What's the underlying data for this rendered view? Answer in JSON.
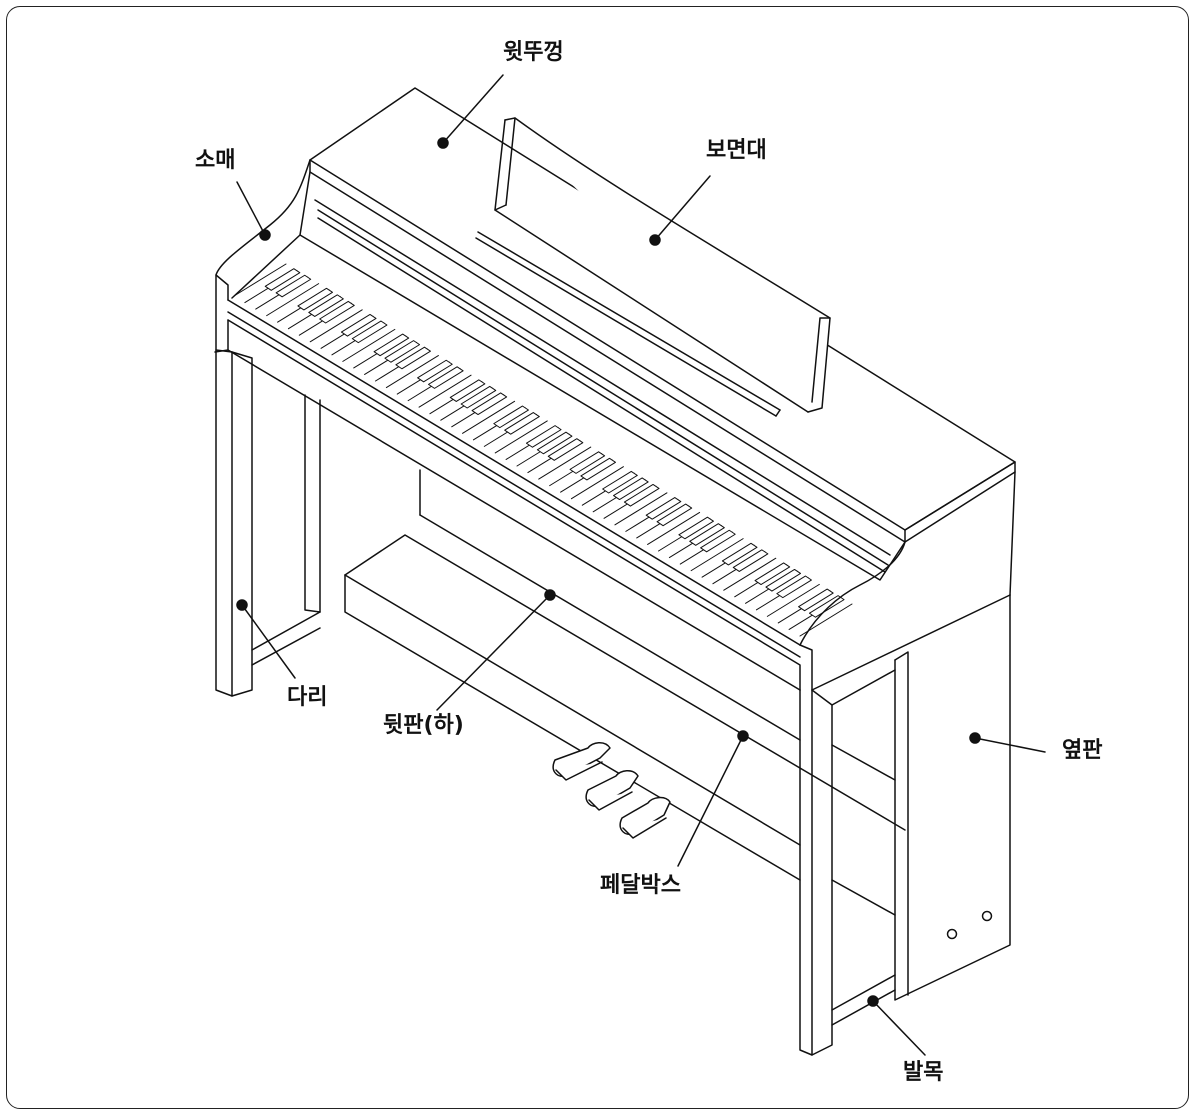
{
  "labels": {
    "top_lid": "윗뚜껑",
    "music_rest": "보면대",
    "arm": "소매",
    "leg": "다리",
    "back_panel_lower": "뒷판(하)",
    "side_panel": "옆판",
    "pedal_box": "페달박스",
    "foot": "발목"
  }
}
